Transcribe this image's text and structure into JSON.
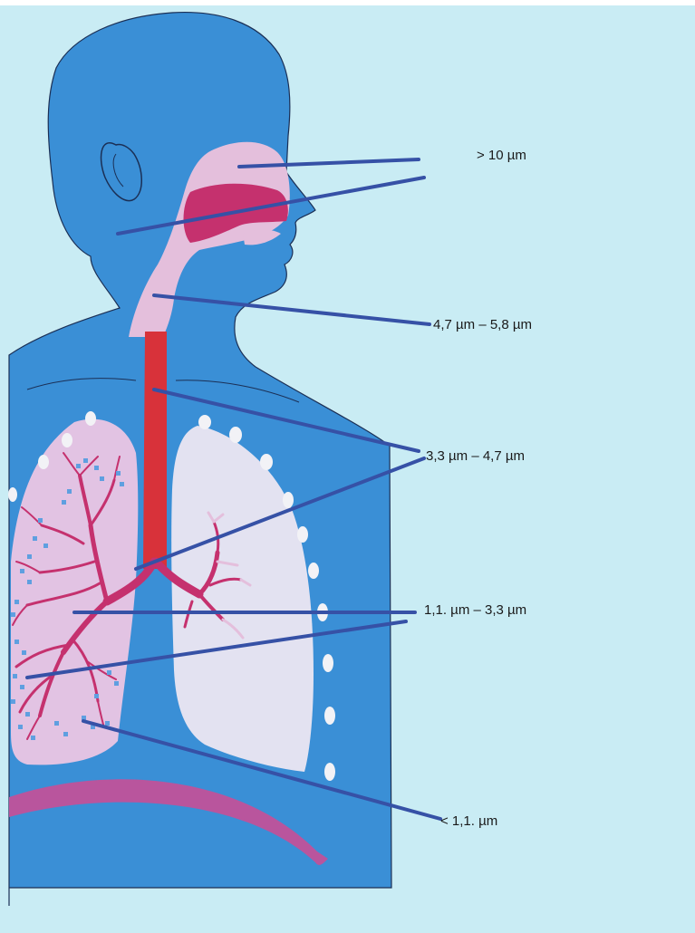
{
  "labels": {
    "nose_pharynx": "> 10 µm",
    "trachea": "4,7 µm – 5,8 µm",
    "primary_bronchi": "3,3 µm – 4,7 µm",
    "bronchioles": "1,1. µm – 3,3 µm",
    "alveoli": "< 1,1. µm"
  },
  "colors": {
    "page": "#ffffff",
    "background": "#c9ecf4",
    "body": "#3a8fd6",
    "outline": "#1b2f55",
    "airway_light": "#e4bfdc",
    "airway_dark": "#c5316e",
    "trachea": "#d8323a",
    "lung_left": "#e2c3e3",
    "lung_right": "#e3e2f1",
    "alveoli": "#5f9fe0",
    "leader_line": "#3651a6",
    "diaphragm": "#b9559d"
  }
}
